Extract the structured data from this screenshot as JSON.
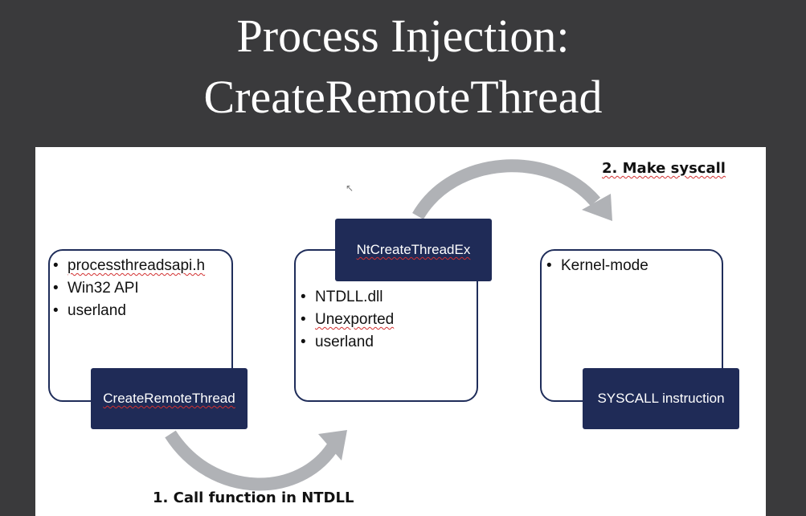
{
  "title": {
    "line1": "Process Injection:",
    "line2": "CreateRemoteThread"
  },
  "boxes": {
    "left": {
      "bullets": [
        "processthreadsapi.h",
        "Win32 API",
        "userland"
      ],
      "button": "CreateRemoteThread"
    },
    "middle": {
      "button": "NtCreateThreadEx",
      "bullets": [
        "NTDLL.dll",
        "Unexported",
        "userland"
      ]
    },
    "right": {
      "bullets": [
        "Kernel-mode"
      ],
      "button": "SYSCALL instruction"
    }
  },
  "steps": {
    "step1": "1. Call function in NTDLL",
    "step2": "2. Make syscall"
  },
  "colors": {
    "background": "#3a3a3c",
    "box_fill": "#1f2b57",
    "arrow": "#b0b2b6"
  }
}
